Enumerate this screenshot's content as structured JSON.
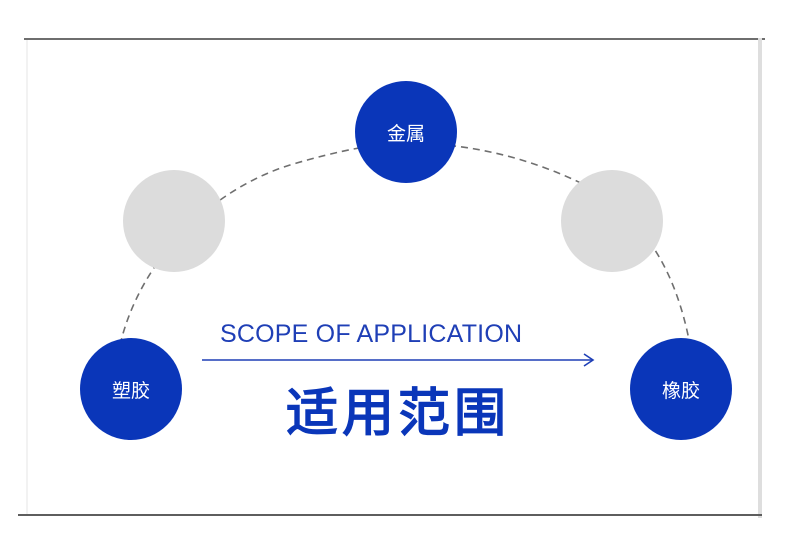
{
  "diagram": {
    "nodes": {
      "top": {
        "label": "金属",
        "color": "#0a36b9"
      },
      "left": {
        "label": "塑胶",
        "color": "#0a36b9"
      },
      "right": {
        "label": "橡胶",
        "color": "#0a36b9"
      },
      "upper_left": {
        "label": "",
        "color": "#dcdcdc"
      },
      "upper_right": {
        "label": "",
        "color": "#dcdcdc"
      }
    },
    "title_en": "SCOPE OF APPLICATION",
    "title_cn": "适用范围",
    "accent_color": "#0a36b9",
    "connector_style": "dashed-arc"
  }
}
